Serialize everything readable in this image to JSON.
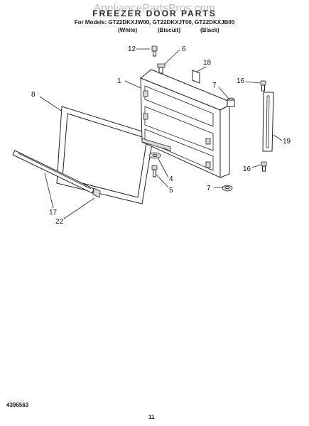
{
  "header": {
    "watermark": "AppliancePartsPros.com",
    "title": "FREEZER DOOR PARTS",
    "models": "For Models: GT22DKXJW00, GT22DKXJT00, GT22DKXJB00",
    "colors": [
      "(White)",
      "(Biscuit)",
      "(Black)"
    ]
  },
  "callouts": {
    "c1": "1",
    "c4": "4",
    "c5": "5",
    "c6": "6",
    "c7a": "7",
    "c7b": "7",
    "c8": "8",
    "c12": "12",
    "c16a": "16",
    "c16b": "16",
    "c17": "17",
    "c18": "18",
    "c19": "19",
    "c22": "22"
  },
  "footer": {
    "part_number": "4396563",
    "page": "11"
  }
}
